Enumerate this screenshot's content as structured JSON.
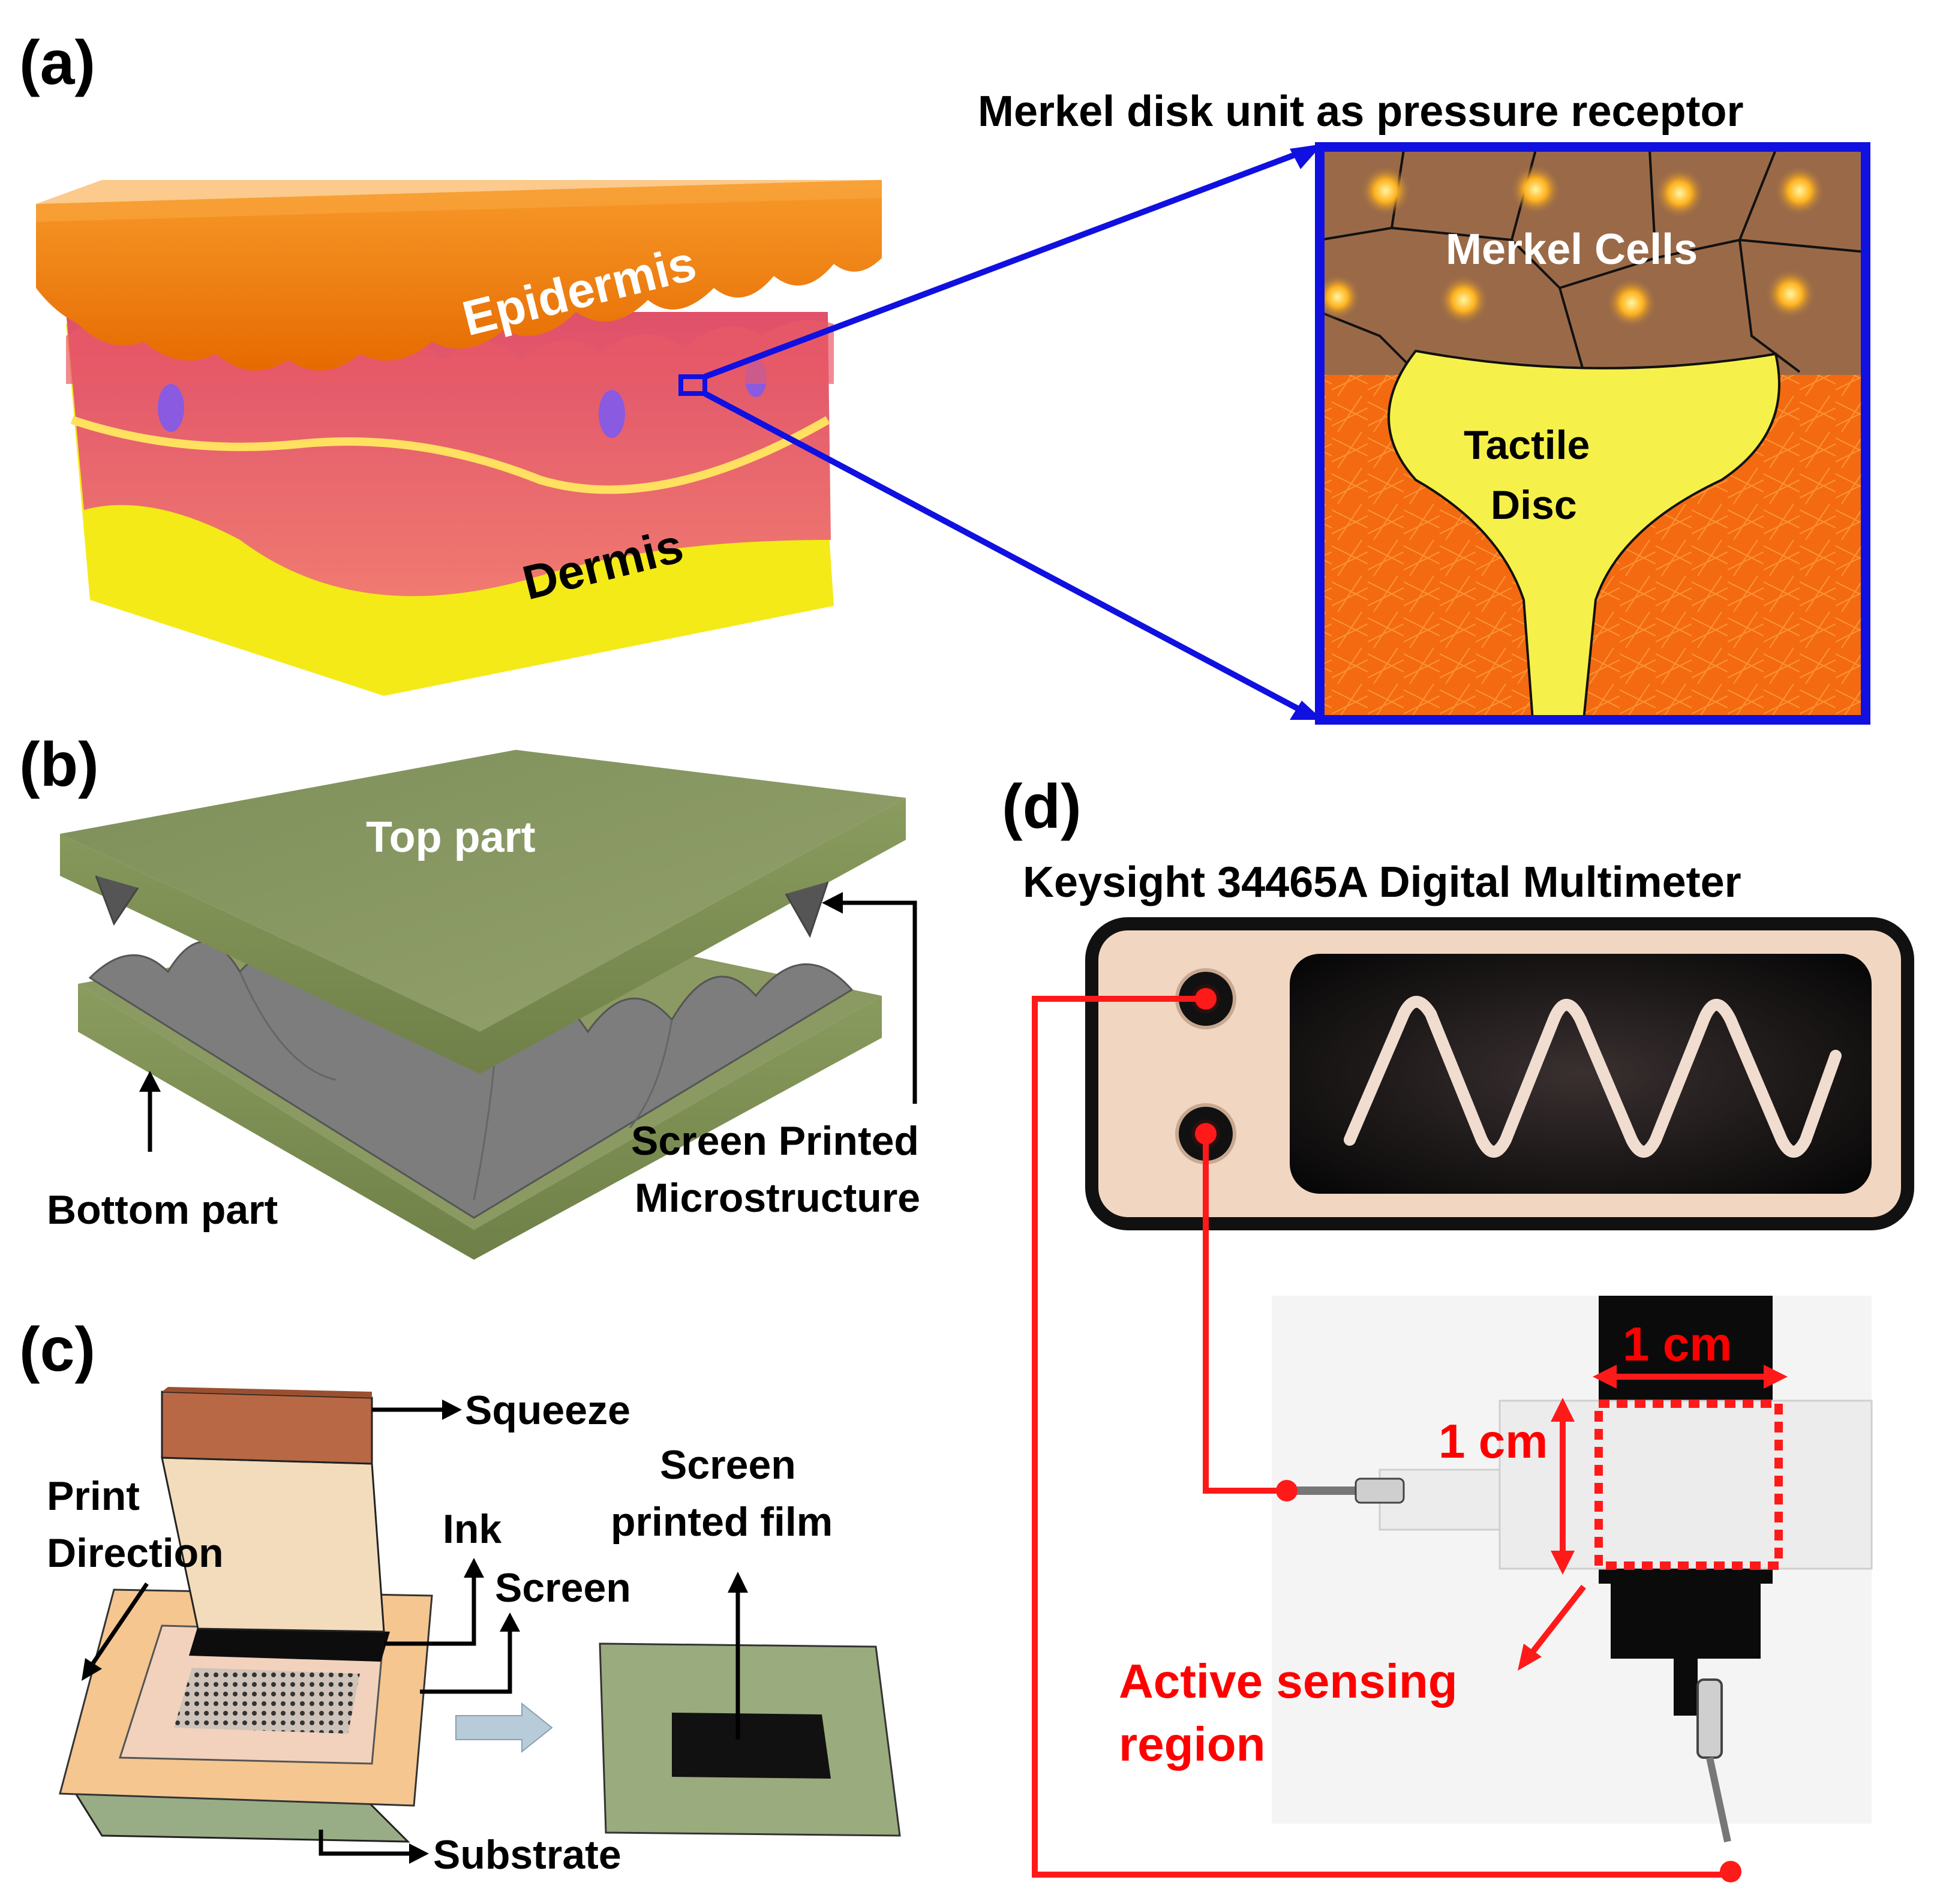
{
  "panels": {
    "a": "(a)",
    "b": "(b)",
    "c": "(c)",
    "d": "(d)"
  },
  "panel_a": {
    "title": "Merkel disk unit as pressure receptor",
    "epidermis": "Epidermis",
    "dermis": "Dermis",
    "merkel_cells": "Merkel Cells",
    "tactile_disc_line1": "Tactile",
    "tactile_disc_line2": "Disc"
  },
  "panel_b": {
    "top_part": "Top part",
    "bottom_part": "Bottom part",
    "microstructure_line1": "Screen Printed",
    "microstructure_line2": "Microstructure"
  },
  "panel_c": {
    "squeeze": "Squeeze",
    "print_direction_line1": "Print",
    "print_direction_line2": "Direction",
    "ink": "Ink",
    "screen": "Screen",
    "film_line1": "Screen",
    "film_line2": "printed film",
    "substrate": "Substrate"
  },
  "panel_d": {
    "title": "Keysight 34465A Digital Multimeter",
    "width_label": "1 cm",
    "height_label": "1 cm",
    "region_line1": "Active sensing",
    "region_line2": "region"
  },
  "colors": {
    "epidermis": "#f57c00",
    "dermis_pink": "#ee6a6a",
    "dermis_yellow": "#f4ea18",
    "merkel_cells": "#9a6a48",
    "tactile_disc": "#f6f14a",
    "zoom_frame": "#1010e0",
    "film_green": "#8a9a62",
    "microstructure_gray": "#7a7a7a",
    "wire_red": "#ff1a1a",
    "meter_body": "#f1d6c2"
  }
}
